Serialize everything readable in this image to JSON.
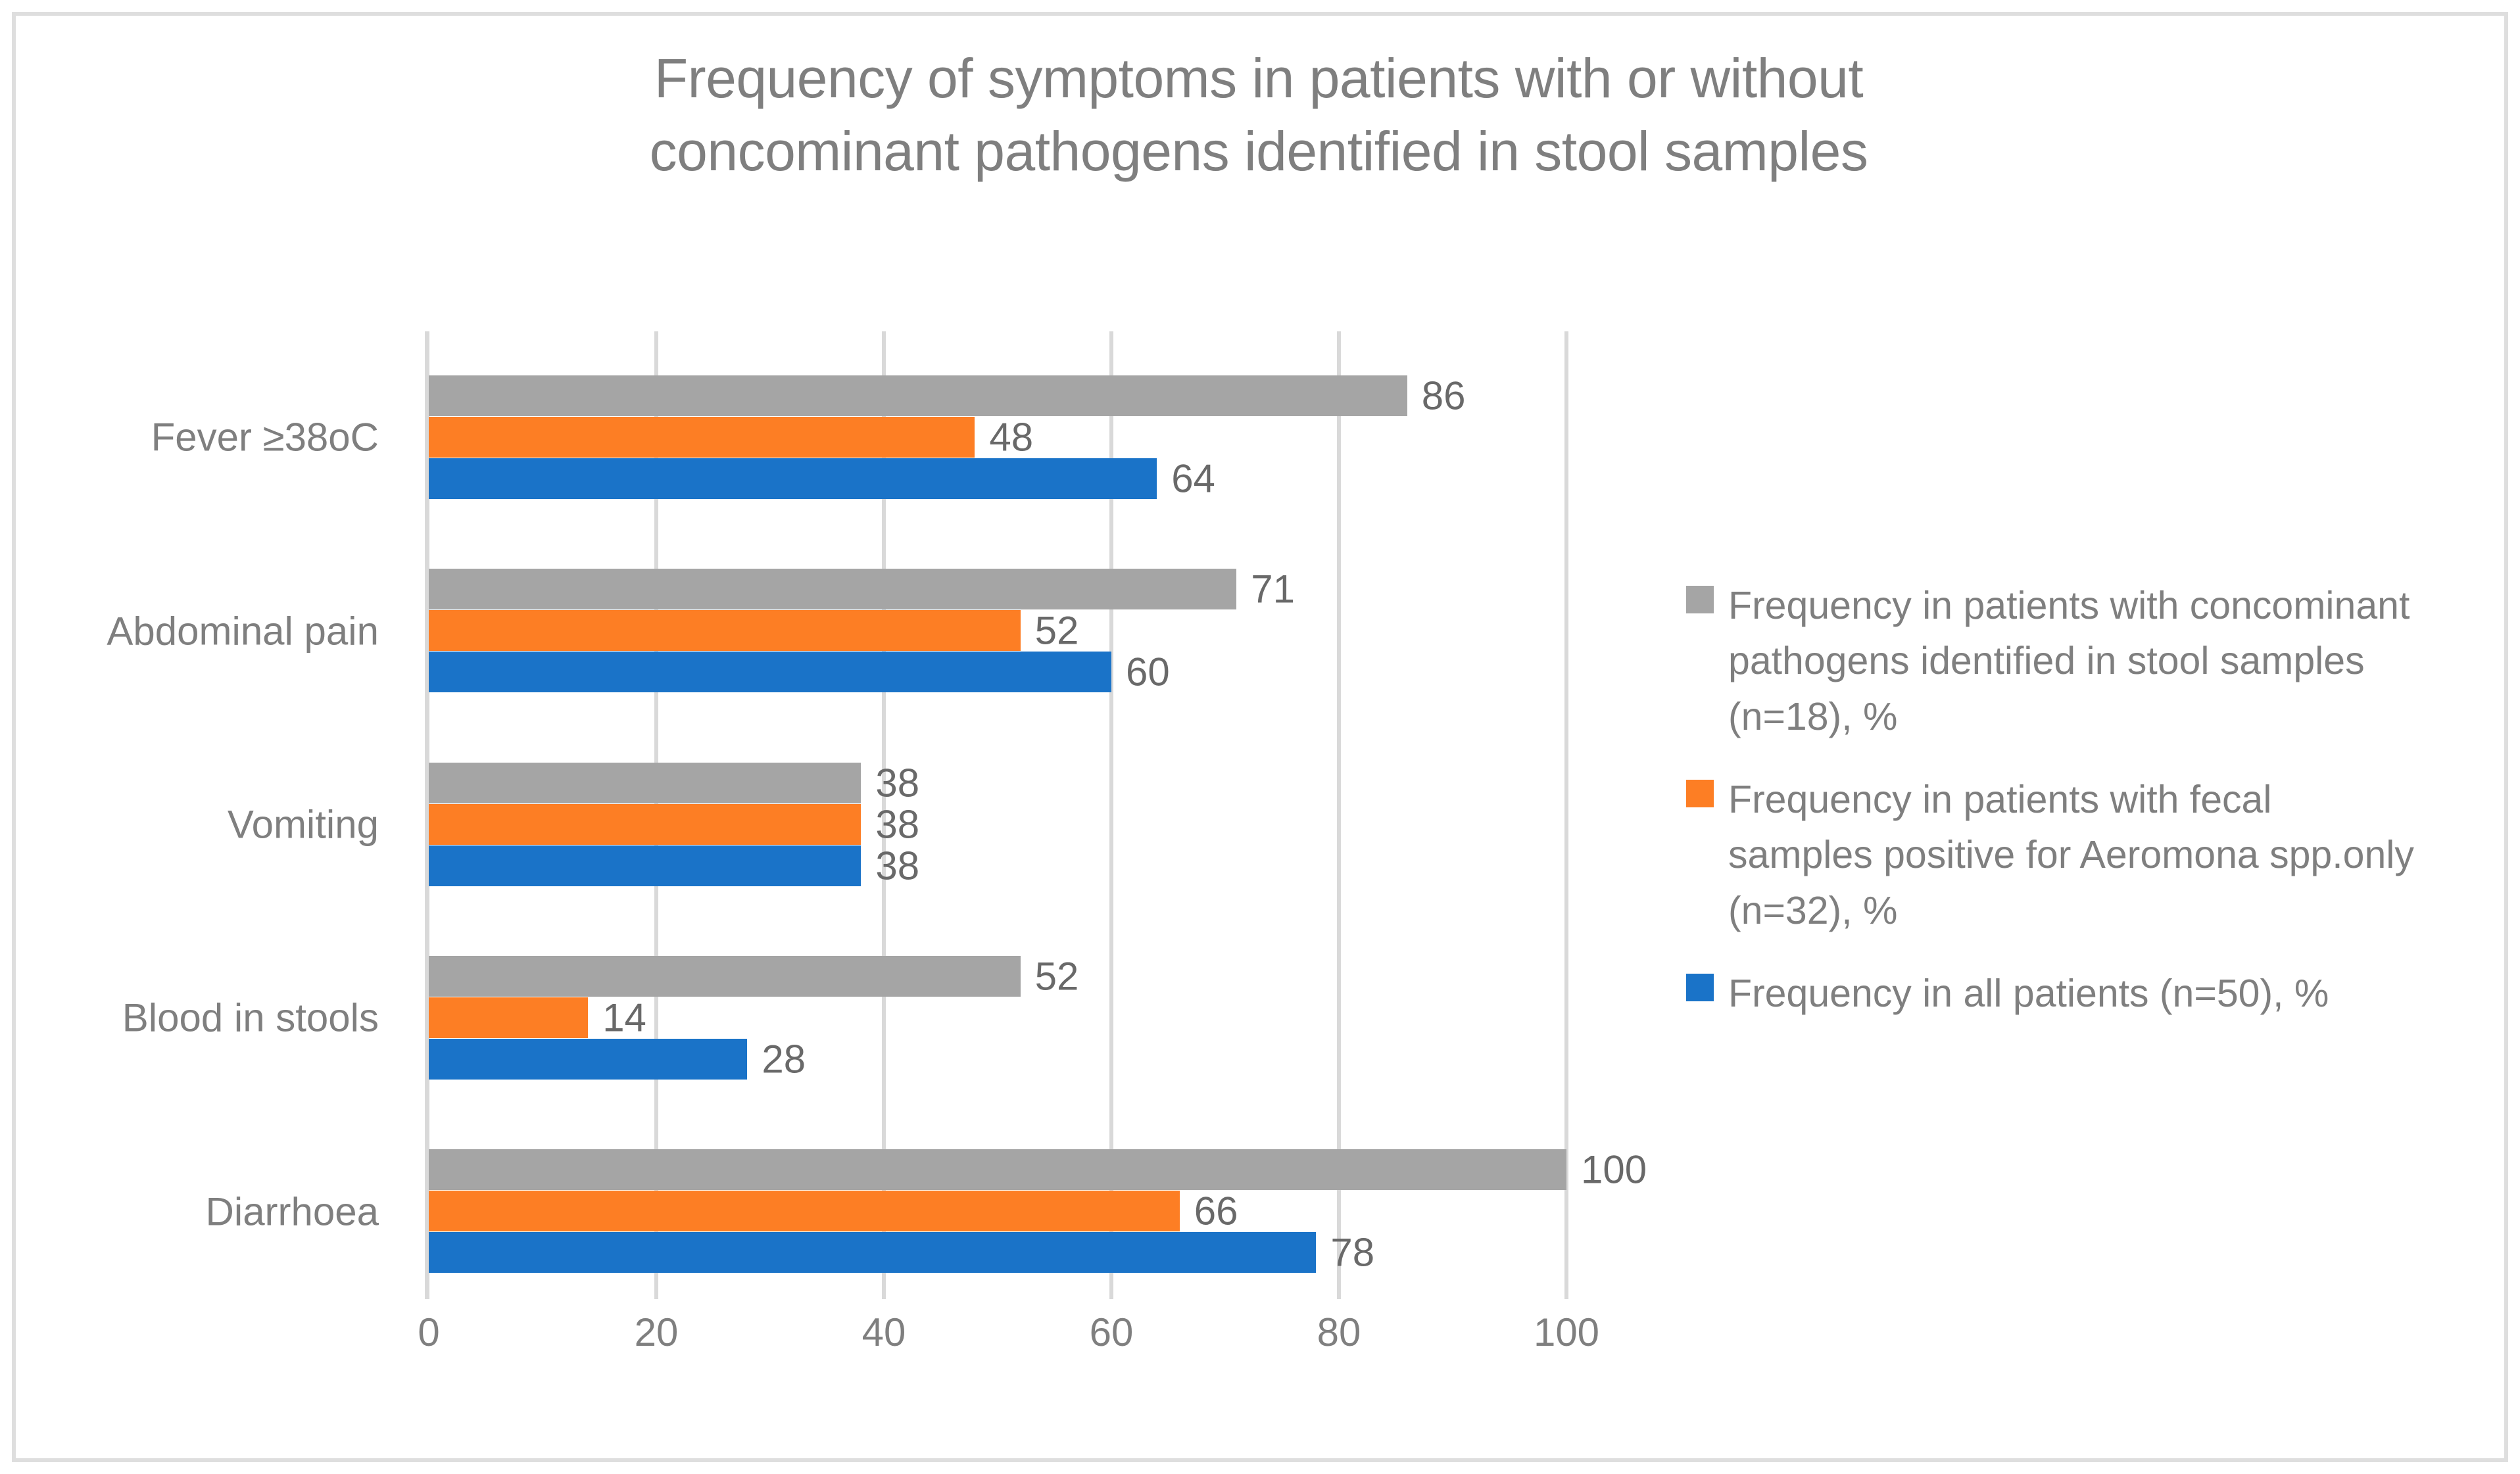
{
  "chart_data": {
    "type": "bar",
    "orientation": "horizontal",
    "title": "Frequency of symptoms in patients with or without concominant pathogens identified in stool samples",
    "title_lines": [
      "Frequency of symptoms in patients with or without",
      "concominant pathogens identified in stool samples"
    ],
    "categories": [
      "Fever ≥38oC",
      "Abdominal pain",
      "Vomiting",
      "Blood in stools",
      "Diarrhoea"
    ],
    "series": [
      {
        "name": "Frequency in patients with concominant pathogens identified in stool samples (n=18), %",
        "color": "#a5a5a5",
        "values": [
          86,
          71,
          38,
          52,
          100
        ]
      },
      {
        "name": "Frequency in patients with fecal samples positive for Aeromona spp.only (n=32), %",
        "color": "#fd7e24",
        "values": [
          48,
          52,
          38,
          14,
          66
        ]
      },
      {
        "name": "Frequency in all patients (n=50), %",
        "color": "#1a73c8",
        "values": [
          64,
          60,
          38,
          28,
          78
        ]
      }
    ],
    "xlabel": "",
    "ylabel": "",
    "xlim": [
      0,
      100
    ],
    "xticks": [
      0,
      20,
      40,
      60,
      80,
      100
    ],
    "grid": true,
    "legend_position": "right",
    "data_labels": true
  },
  "legend": {
    "items": [
      {
        "label": "Frequency in patients with concominant pathogens identified in stool samples (n=18), %",
        "color": "#a5a5a5"
      },
      {
        "label": "Frequency in patients with fecal samples positive for Aeromona spp.only (n=32), %",
        "color": "#fd7e24"
      },
      {
        "label": "Frequency in all patients (n=50), %",
        "color": "#1a73c8"
      }
    ]
  },
  "colors": {
    "title_text": "#7f7f7f",
    "axis_text": "#7f7f7f",
    "data_label_text": "#696969",
    "gridline": "#d9d9d9",
    "frame_border": "#dedede",
    "background": "#ffffff"
  }
}
